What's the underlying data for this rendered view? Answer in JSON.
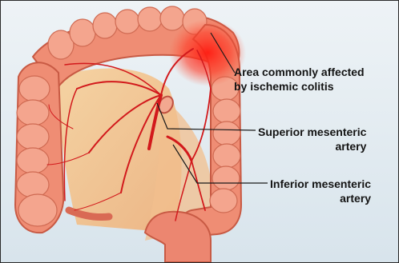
{
  "diagram": {
    "labels": {
      "ischemic_area": {
        "line1": "Area commonly affected",
        "line2": "by ischemic colitis"
      },
      "superior_mesenteric": {
        "line1": "Superior mesenteric",
        "line2": "artery"
      },
      "inferior_mesenteric": {
        "line1": "Inferior mesenteric",
        "line2": "artery"
      }
    },
    "colors": {
      "background": "#dfe8ee",
      "colon": "#ee8a72",
      "colon_dark": "#c9553f",
      "ischemic_highlight": "#ff2a1e",
      "mesentery": "#f3c38a",
      "artery": "#d2191c",
      "leader_line": "#1a1a1a"
    }
  }
}
